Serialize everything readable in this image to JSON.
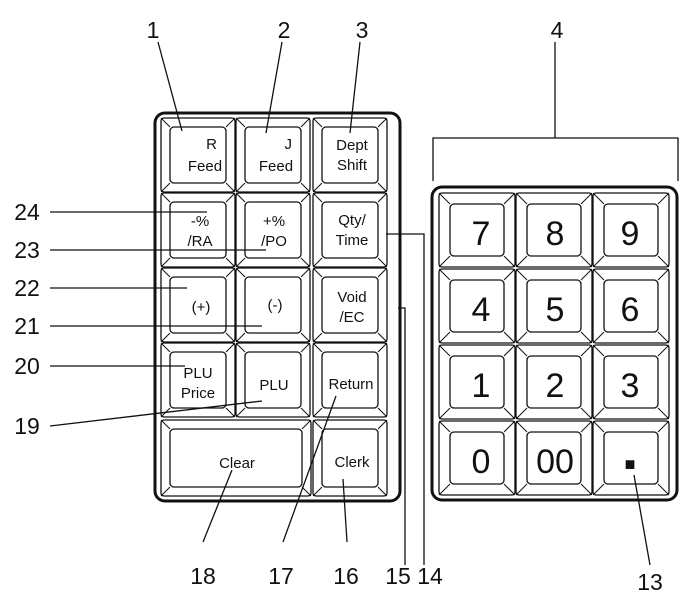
{
  "left_keypad": {
    "keys": {
      "r_feed": [
        "R",
        "Feed"
      ],
      "j_feed": [
        "J",
        "Feed"
      ],
      "dept_shift": [
        "Dept",
        "Shift"
      ],
      "minus_pct_ra": [
        "-%",
        "/RA"
      ],
      "plus_pct_po": [
        "+%",
        "/PO"
      ],
      "qty_time": [
        "Qty/",
        "Time"
      ],
      "plus": "(+)",
      "minus": "(-)",
      "void_ec": [
        "Void",
        "/EC"
      ],
      "plu_price": [
        "PLU",
        "Price"
      ],
      "plu": "PLU",
      "return": "Return",
      "clear": "Clear",
      "clerk": "Clerk"
    }
  },
  "numeric_keypad": {
    "keys": [
      "7",
      "8",
      "9",
      "4",
      "5",
      "6",
      "1",
      "2",
      "3",
      "0",
      "00",
      "■"
    ]
  },
  "callouts": {
    "n1": "1",
    "n2": "2",
    "n3": "3",
    "n4": "4",
    "n13": "13",
    "n14": "14",
    "n15": "15",
    "n16": "16",
    "n17": "17",
    "n18": "18",
    "n19": "19",
    "n20": "20",
    "n21": "21",
    "n22": "22",
    "n23": "23",
    "n24": "24"
  }
}
